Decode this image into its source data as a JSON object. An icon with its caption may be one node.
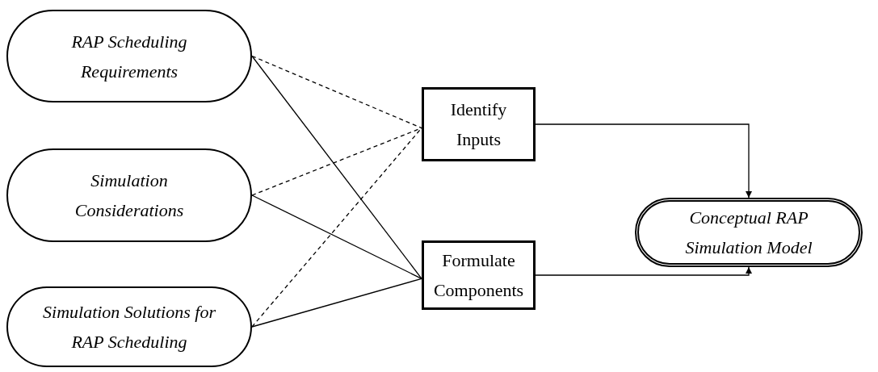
{
  "diagram": {
    "nodes": [
      {
        "text": [
          "RAP Scheduling Requirements"
        ]
      },
      {
        "text": [
          "Simulation Considerations"
        ]
      },
      {
        "text": [
          "Simulation Solutions for RAP Scheduling"
        ]
      },
      {
        "text": [
          "Identify Inputs"
        ]
      },
      {
        "text": [
          "Formulate Components"
        ]
      },
      {
        "text": [
          "Conceptual RAP Simulation Model"
        ]
      }
    ],
    "edges": [
      {
        "from": 0,
        "to": 3,
        "arrow": "none",
        "style": "dashed"
      },
      {
        "from": 0,
        "to": 4,
        "arrow": "none"
      },
      {
        "from": 1,
        "to": 3,
        "arrow": "none",
        "style": "dashed"
      },
      {
        "from": 1,
        "to": 4,
        "arrow": "none"
      },
      {
        "from": 2,
        "to": 3,
        "arrow": "none",
        "style": "dashed"
      },
      {
        "from": 2,
        "to": 4,
        "arrow": "none"
      },
      {
        "from": 3,
        "to": 5,
        "arrow": "to"
      },
      {
        "from": 4,
        "to": 5,
        "arrow": "to"
      }
    ]
  }
}
